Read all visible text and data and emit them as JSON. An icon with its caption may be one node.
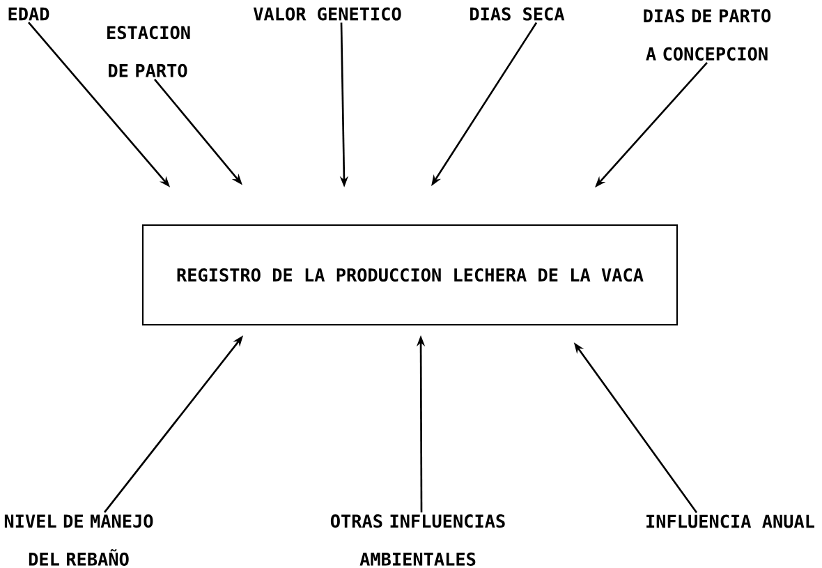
{
  "diagram": {
    "nodes": [
      {
        "text": [
          "EDAD"
        ]
      },
      {
        "text": [
          "ESTACION DE PARTO"
        ]
      },
      {
        "text": [
          "VALOR GENETICO"
        ]
      },
      {
        "text": [
          "DIAS SECA"
        ]
      },
      {
        "text": [
          "DIAS DE PARTO A CONCEPCION"
        ]
      },
      {
        "text": [
          "REGISTRO DE LA PRODUCCION LECHERA DE LA VACA"
        ]
      },
      {
        "text": [
          "NIVEL DE MANEJO DEL REBAÑO"
        ]
      },
      {
        "text": [
          "OTRAS INFLUENCIAS AMBIENTALES"
        ]
      },
      {
        "text": [
          "INFLUENCIA ANUAL"
        ]
      }
    ],
    "edges": [
      {
        "from": 0,
        "to": 5,
        "arrow": "to"
      },
      {
        "from": 1,
        "to": 5,
        "arrow": "to"
      },
      {
        "from": 2,
        "to": 5,
        "arrow": "to"
      },
      {
        "from": 3,
        "to": 5,
        "arrow": "to"
      },
      {
        "from": 4,
        "to": 5,
        "arrow": "to"
      },
      {
        "from": 6,
        "to": 5,
        "arrow": "to"
      },
      {
        "from": 7,
        "to": 5,
        "arrow": "to"
      },
      {
        "from": 8,
        "to": 5,
        "arrow": "to"
      }
    ]
  }
}
